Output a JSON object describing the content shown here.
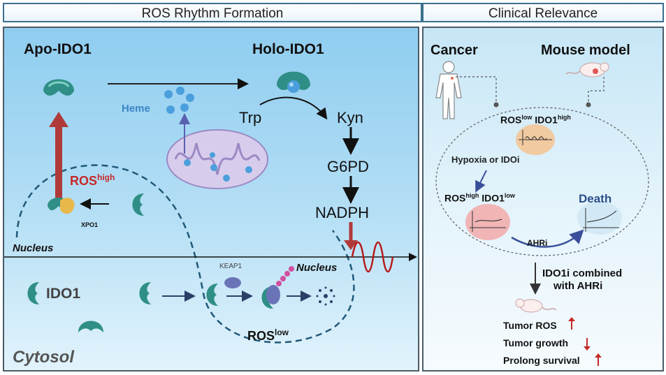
{
  "header": {
    "left_title": "ROS Rhythm Formation",
    "right_title": "Clinical Relevance"
  },
  "left": {
    "apo": "Apo-IDO1",
    "holo": "Holo-IDO1",
    "heme": "Heme",
    "trp": "Trp",
    "kyn": "Kyn",
    "g6pd": "G6PD",
    "nadph": "NADPH",
    "ros_high_base": "ROS",
    "ros_high_sup": "high",
    "xpo1": "XPO1",
    "nucleus_top": "Nucleus",
    "nucleus_bottom": "Nucleus",
    "keap1": "KEAP1",
    "ido1": "IDO1",
    "ros_low_base": "ROS",
    "ros_low_sup": "low",
    "cytosol": "Cytosol"
  },
  "right": {
    "cancer": "Cancer",
    "mouse_model": "Mouse model",
    "state1_ros": "ROS",
    "state1_ros_sup": "low",
    "state1_ido": " IDO1",
    "state1_ido_sup": "high",
    "hypoxia": "Hypoxia or IDOi",
    "state2_ros": "ROS",
    "state2_ros_sup": "high",
    "state2_ido": " IDO1",
    "state2_ido_sup": "low",
    "death": "Death",
    "ahri": "AHRi",
    "combo_line1": "IDO1i combined",
    "combo_line2": "with AHRi",
    "out1": "Tumor ROS",
    "out2": "Tumor growth",
    "out3": "Prolong survival"
  },
  "colors": {
    "enzyme": "#2f8f86",
    "heme": "#4a9fdc",
    "ros_high": "#c62828",
    "arrow_up": "#b03a3a",
    "dashed": "#1f5878",
    "mito": "#b9a9d6",
    "xpo1": "#e8b84a",
    "keap1": "#6a73b8"
  }
}
